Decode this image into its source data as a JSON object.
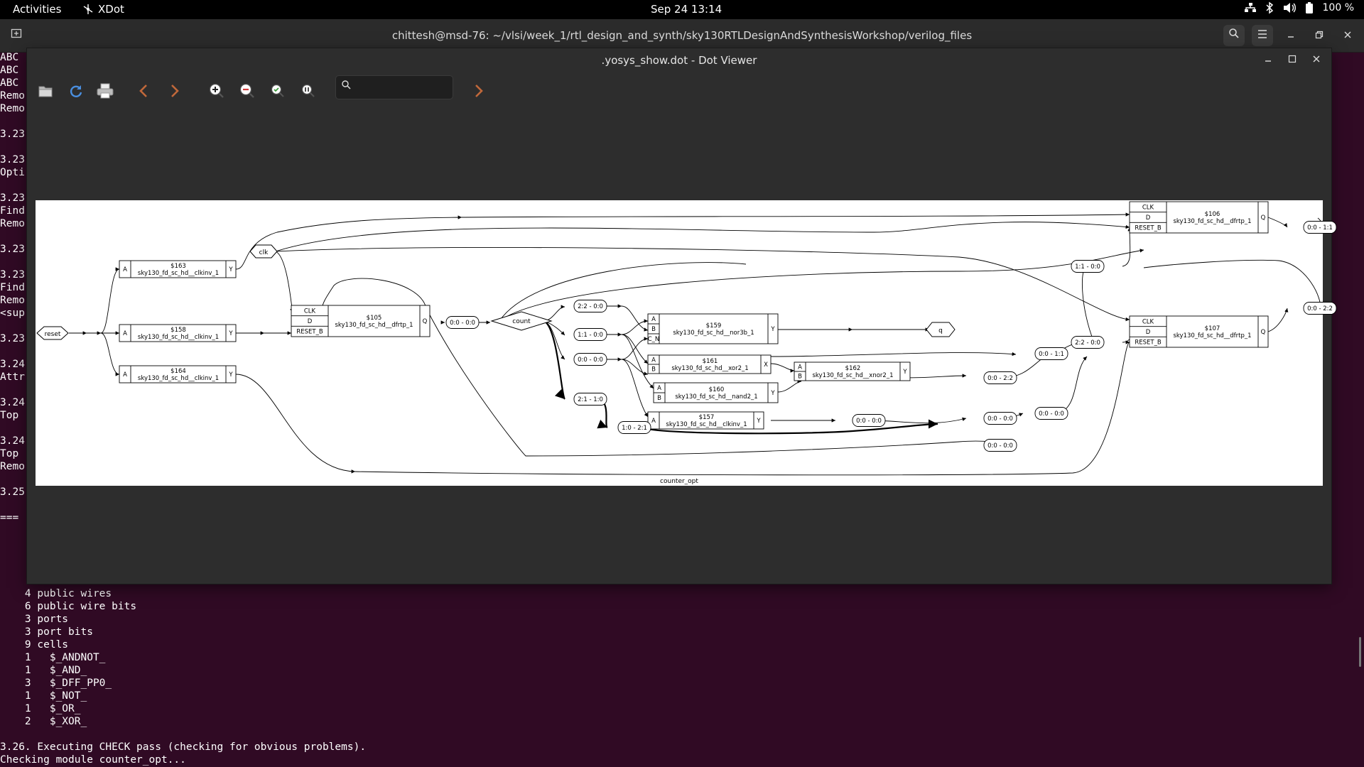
{
  "topbar": {
    "activities": "Activities",
    "app_name": "XDot",
    "clock": "Sep 24  13:14",
    "battery": "100 %"
  },
  "terminal": {
    "title": "chittesh@msd-76: ~/vlsi/week_1/rtl_design_and_synth/sky130RTLDesignAndSynthesisWorkshop/verilog_files",
    "left_lines": [
      "ABC",
      "ABC",
      "ABC",
      "Remo",
      "Remo",
      "",
      "3.23",
      "",
      "3.23",
      "Opti",
      "",
      "3.23",
      "Find",
      "Remo",
      "",
      "3.23",
      "",
      "3.23",
      "Find",
      "Remo",
      "<sup",
      "",
      "3.23",
      "",
      "3.24",
      "Attr",
      "",
      "3.24",
      "Top",
      "",
      "3.24",
      "Top",
      "Remo",
      "",
      "3.25",
      "",
      "==="
    ],
    "bottom_lines": [
      "    4 public wires",
      "    6 public wire bits",
      "    3 ports",
      "    3 port bits",
      "    9 cells",
      "    1   $_ANDNOT_",
      "    1   $_AND_",
      "    3   $_DFF_PP0_",
      "    1   $_NOT_",
      "    1   $_OR_",
      "    2   $_XOR_",
      "",
      "3.26. Executing CHECK pass (checking for obvious problems).",
      "Checking module counter_opt..."
    ]
  },
  "xdot": {
    "title": ".yosys_show.dot - Dot Viewer",
    "search_placeholder": ""
  },
  "graph": {
    "module_label": "counter_opt",
    "ports": {
      "reset": "reset",
      "clk": "clk",
      "count": "count",
      "q": "q"
    },
    "cells": {
      "c163": {
        "id": "$163",
        "type": "sky130_fd_sc_hd__clkinv_1",
        "in": [
          "A"
        ],
        "out": "Y"
      },
      "c158": {
        "id": "$158",
        "type": "sky130_fd_sc_hd__clkinv_1",
        "in": [
          "A"
        ],
        "out": "Y"
      },
      "c164": {
        "id": "$164",
        "type": "sky130_fd_sc_hd__clkinv_1",
        "in": [
          "A"
        ],
        "out": "Y"
      },
      "c105": {
        "id": "$105",
        "type": "sky130_fd_sc_hd__dfrtp_1",
        "in": [
          "CLK",
          "D",
          "RESET_B"
        ],
        "out": "Q"
      },
      "c159": {
        "id": "$159",
        "type": "sky130_fd_sc_hd__nor3b_1",
        "in": [
          "A",
          "B",
          "C_N"
        ],
        "out": "Y"
      },
      "c161": {
        "id": "$161",
        "type": "sky130_fd_sc_hd__xor2_1",
        "in": [
          "A",
          "B"
        ],
        "out": "X"
      },
      "c160": {
        "id": "$160",
        "type": "sky130_fd_sc_hd__nand2_1",
        "in": [
          "A",
          "B"
        ],
        "out": "Y"
      },
      "c157": {
        "id": "$157",
        "type": "sky130_fd_sc_hd__clkinv_1",
        "in": [
          "A"
        ],
        "out": "Y"
      },
      "c162": {
        "id": "$162",
        "type": "sky130_fd_sc_hd__xnor2_1",
        "in": [
          "A",
          "B"
        ],
        "out": "Y"
      },
      "c106": {
        "id": "$106",
        "type": "sky130_fd_sc_hd__dfrtp_1",
        "in": [
          "CLK",
          "D",
          "RESET_B"
        ],
        "out": "Q"
      },
      "c107": {
        "id": "$107",
        "type": "sky130_fd_sc_hd__dfrtp_1",
        "in": [
          "CLK",
          "D",
          "RESET_B"
        ],
        "out": "Q"
      }
    },
    "slices": {
      "s1": "0:0 - 0:0",
      "s2": "2:2 - 0:0",
      "s3": "1:1 - 0:0",
      "s4": "0:0 - 0:0",
      "s5": "2:1 - 1:0",
      "s6": "1:0 - 2:1",
      "s7": "0:0 - 0:0",
      "s8": "0:0 - 1:1",
      "s9": "0:0 - 2:2",
      "s10": "0:0 - 0:0",
      "s11": "0:0 - 0:0",
      "s12": "0:0 - 0:0",
      "s13": "1:1 - 0:0",
      "s14": "2:2 - 0:0",
      "s15": "0:0 - 1:1",
      "s16": "0:0 - 2:2"
    }
  }
}
